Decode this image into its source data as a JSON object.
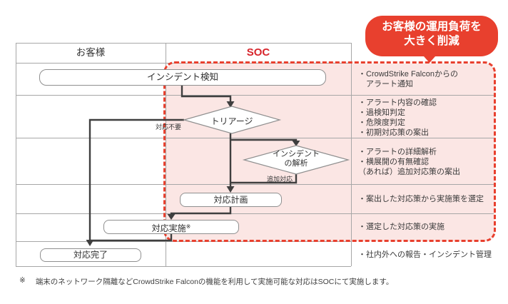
{
  "colors": {
    "accent_red": "#e8402e",
    "soc_text_red": "#d7252c",
    "pink_background": "#fbe6e4",
    "table_line_gray": "#a7a7a7",
    "box_border_gray": "#8f8f8f",
    "arrow_dark": "#3f3f3f"
  },
  "callout": {
    "line1": "お客様の運用負荷を",
    "line2": "大きく削減"
  },
  "header": {
    "customer": "お客様",
    "soc": "SOC"
  },
  "flowchart": {
    "incident_detection": "インシデント検知",
    "triage": "トリアージ",
    "analysis": "インシデント\nの解析",
    "response_plan": "対応計画",
    "response_exec": "対応実施",
    "response_exec_note": "※",
    "response_done": "対応完了",
    "label_no_action": "対応不要",
    "label_additional": "追加対応"
  },
  "annotations": [
    {
      "text": "・CrowdStrike Falconからの\n　アラート通知"
    },
    {
      "text": "・アラート内容の確認\n・過検知判定\n・危険度判定\n・初期対応策の案出"
    },
    {
      "text": "・アラートの詳細解析\n・横展開の有無確認\n（あれば）追加対応策の案出"
    },
    {
      "text": "・案出した対応策から実施策を選定"
    },
    {
      "text": "・選定した対応策の実施"
    },
    {
      "text": "・社内外への報告・インシデント管理"
    }
  ],
  "footnote": {
    "marker": "※",
    "text": "端末のネットワーク隔離などCrowdStrike Falconの機能を利用して実施可能な対応はSOCにて実施します。"
  }
}
